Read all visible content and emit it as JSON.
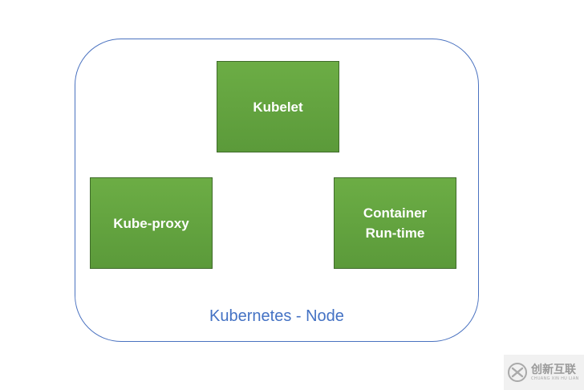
{
  "diagram": {
    "components": [
      {
        "id": "kubelet",
        "label": "Kubelet"
      },
      {
        "id": "kube-proxy",
        "label": "Kube-proxy"
      },
      {
        "id": "runtime",
        "label": "Container\nRun-time"
      }
    ],
    "node_label": "Kubernetes - Node"
  },
  "watermark": {
    "brand": "创新互联",
    "subtext": "CHUANG XIN HU LIAN"
  },
  "colors": {
    "component_fill": "#64a53f",
    "frame_border": "#4a72c0",
    "node_label": "#4472c4"
  }
}
